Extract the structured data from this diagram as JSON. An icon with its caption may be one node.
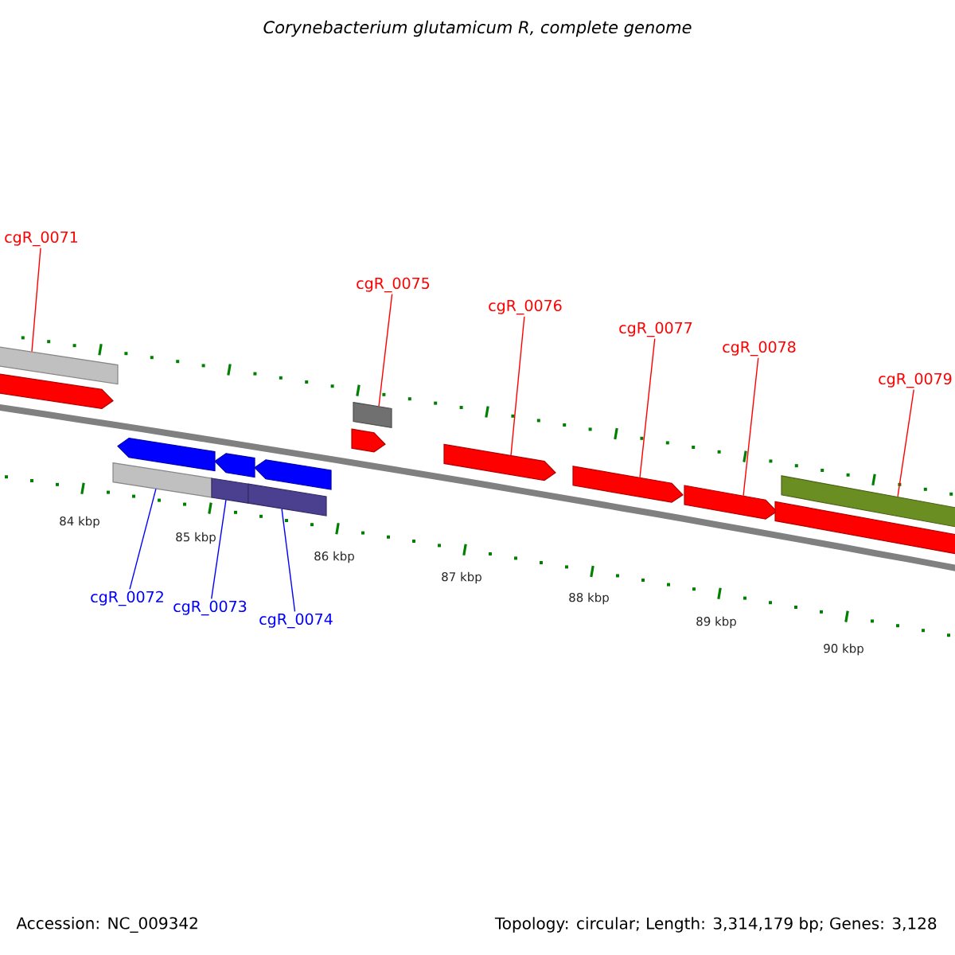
{
  "diagram": {
    "title": "Corynebacterium glutamicum R, complete genome",
    "nodes": [
      {
        "text": [
          "cgR_0071"
        ]
      },
      {
        "text": [
          "cgR_0075"
        ]
      },
      {
        "text": [
          "cgR_0076"
        ]
      },
      {
        "text": [
          "cgR_0077"
        ]
      },
      {
        "text": [
          "cgR_0078"
        ]
      },
      {
        "text": [
          "cgR_0079"
        ]
      },
      {
        "text": [
          "cgR_0072"
        ]
      },
      {
        "text": [
          "cgR_0073"
        ]
      },
      {
        "text": [
          "cgR_0074"
        ]
      },
      {
        "text": [],
        "shape": "bar"
      },
      {
        "text": [],
        "shape": "arrow"
      },
      {
        "text": [],
        "shape": "bar"
      },
      {
        "text": [],
        "shape": "arrow"
      },
      {
        "text": [],
        "shape": "bar"
      },
      {
        "text": [],
        "shape": "arrow"
      },
      {
        "text": [],
        "shape": "bar"
      },
      {
        "text": [],
        "shape": "arrow"
      },
      {
        "text": [],
        "shape": "arrow"
      },
      {
        "text": [],
        "shape": "bar"
      },
      {
        "text": [],
        "shape": "arrow"
      },
      {
        "text": [],
        "shape": "arrow"
      },
      {
        "text": [],
        "shape": "arrow"
      },
      {
        "text": [],
        "shape": "arrow"
      },
      {
        "text": [],
        "shape": "bar"
      }
    ],
    "edges": [
      {
        "from": 0,
        "to": 9,
        "arrow": "none"
      },
      {
        "from": 1,
        "to": 18,
        "arrow": "none"
      },
      {
        "from": 2,
        "to": 19,
        "arrow": "none"
      },
      {
        "from": 3,
        "to": 20,
        "arrow": "none"
      },
      {
        "from": 4,
        "to": 21,
        "arrow": "none"
      },
      {
        "from": 5,
        "to": 23,
        "arrow": "none"
      },
      {
        "from": 6,
        "to": 11,
        "arrow": "none",
        "color": "#0000ff"
      },
      {
        "from": 7,
        "to": 13,
        "arrow": "none",
        "color": "#0000ff"
      },
      {
        "from": 8,
        "to": 15,
        "arrow": "none",
        "color": "#0000ff"
      }
    ],
    "labels": [
      "84 kbp",
      "85 kbp",
      "86 kbp",
      "87 kbp",
      "88 kbp",
      "89 kbp",
      "90 kbp",
      "Accession: NC_009342",
      "Topology: circular; Length: 3,314,179 bp; Genes: 3,128"
    ]
  }
}
